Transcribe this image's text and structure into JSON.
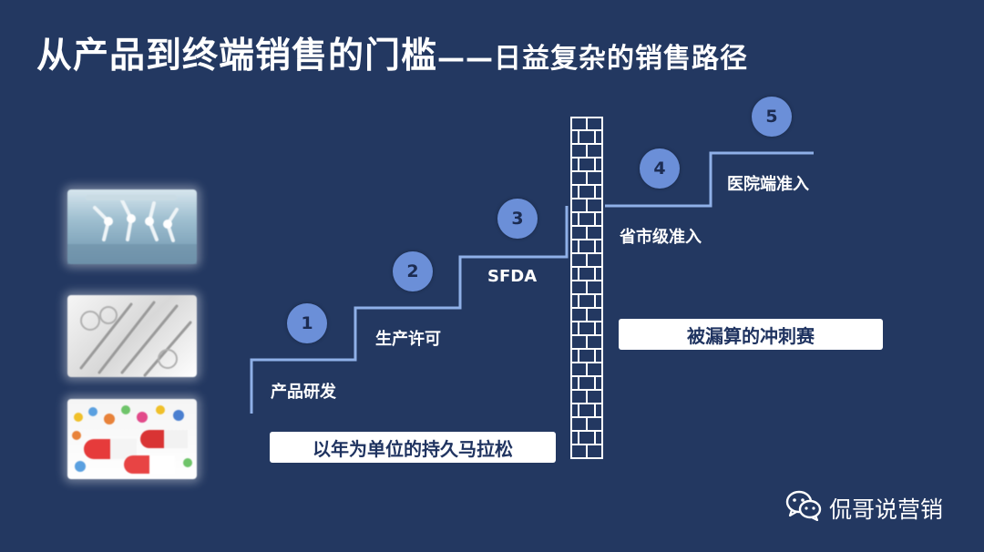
{
  "title": {
    "main": "从产品到终端销售的门槛",
    "dash": "——",
    "sub": "日益复杂的销售路径"
  },
  "steps": [
    {
      "number": "1",
      "label": "产品研发"
    },
    {
      "number": "2",
      "label": "生产许可"
    },
    {
      "number": "3",
      "label": "SFDA"
    },
    {
      "number": "4",
      "label": "省市级准入"
    },
    {
      "number": "5",
      "label": "医院端准入"
    }
  ],
  "boxes": {
    "left": "以年为单位的持久马拉松",
    "right": "被漏算的冲刺赛"
  },
  "footer": {
    "brand": "侃哥说营销",
    "icon": "wechat-icon"
  },
  "colors": {
    "background": "#233861",
    "stairs_line": "#8fb0e8",
    "circle": "#6b8fd8"
  }
}
